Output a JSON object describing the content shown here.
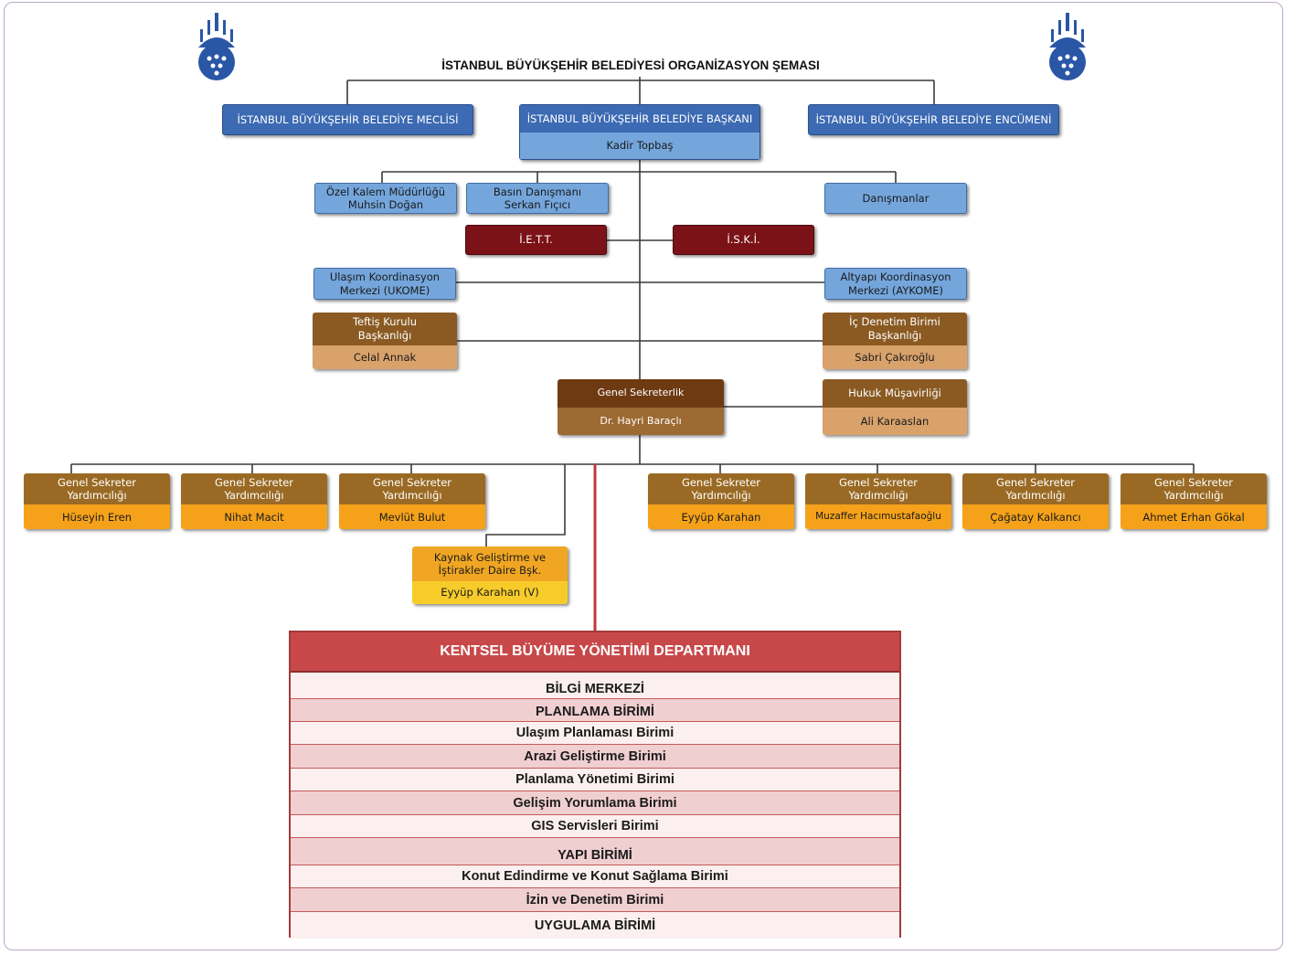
{
  "chart": {
    "title": "İSTANBUL BÜYÜKŞEHİR BELEDİYESİ ORGANİZASYON ŞEMASI"
  },
  "top": {
    "meclis": "İSTANBUL BÜYÜKŞEHİR BELEDİYE MECLİSİ",
    "baskan": "İSTANBUL BÜYÜKŞEHİR BELEDİYE BAŞKANI",
    "baskan_name": "Kadir Topbaş",
    "encumen": "İSTANBUL BÜYÜKŞEHİR BELEDİYE ENCÜMENİ"
  },
  "advisors": {
    "ozel_kalem": "Özel Kalem Müdürlüğü",
    "ozel_kalem_name": "Muhsin Doğan",
    "basin": "Basın Danışmanı",
    "basin_name": "Serkan Fıçıcı",
    "danismanlar": "Danışmanlar"
  },
  "affiliates": {
    "iett": "İ.E.T.T.",
    "iski": "İ.S.K.İ."
  },
  "coordination": {
    "ukome_line1": "Ulaşım Koordinasyon",
    "ukome_line2": "Merkezi (UKOME)",
    "aykome_line1": "Altyapı Koordinasyon",
    "aykome_line2": "Merkezi (AYKOME)"
  },
  "audit": {
    "teftis_line1": "Teftiş Kurulu",
    "teftis_line2": "Başkanlığı",
    "teftis_name": "Celal Annak",
    "icdenetim_line1": "İç Denetim Birimi",
    "icdenetim_line2": "Başkanlığı",
    "icdenetim_name": "Sabri Çakıroğlu"
  },
  "secretariat": {
    "genel": "Genel Sekreterlik",
    "genel_name": "Dr. Hayri Baraçlı",
    "hukuk": "Hukuk Müşavirliği",
    "hukuk_name": "Ali Karaaslan"
  },
  "deputies": {
    "title_line1": "Genel Sekreter",
    "title_line2": "Yardımcılığı",
    "names": [
      "Hüseyin Eren",
      "Nihat Macit",
      "Mevlüt Bulut",
      "Eyyüp Karahan",
      "Muzaffer Hacımustafaoğlu",
      "Çağatay Kalkancı",
      "Ahmet Erhan Gökal"
    ]
  },
  "kaynak": {
    "line1": "Kaynak Geliştirme ve",
    "line2": "İştirakler Daire Bşk.",
    "name": "Eyyüp Karahan  (V)"
  },
  "department": {
    "title": "KENTSEL BÜYÜME YÖNETİMİ DEPARTMANI",
    "rows": [
      "BİLGİ MERKEZİ",
      "PLANLAMA BİRİMİ",
      "Ulaşım Planlaması Birimi",
      "Arazi Geliştirme Birimi",
      "Planlama Yönetimi Birimi",
      "Gelişim Yorumlama Birimi",
      "GIS Servisleri Birimi",
      "YAPI BİRİMİ",
      "Konut Edindirme ve Konut Sağlama Birimi",
      "İzin ve Denetim Birimi",
      "UYGULAMA BİRİMİ"
    ]
  },
  "colors": {
    "line": "#3a3a3a",
    "dept_link": "#c0393b",
    "logo": "#2a56a6"
  }
}
